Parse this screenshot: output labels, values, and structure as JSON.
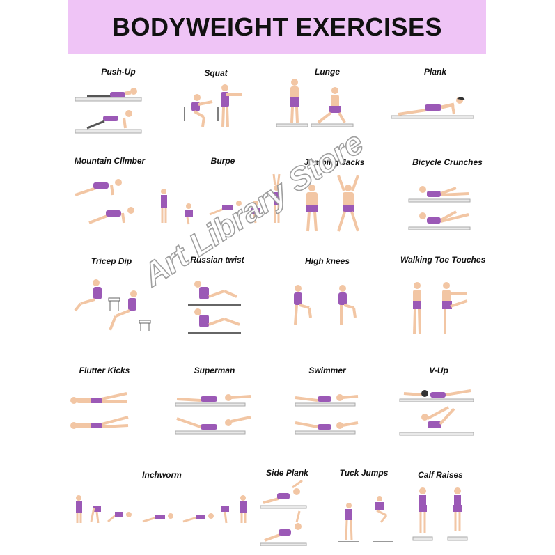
{
  "header": {
    "title": "BODYWEIGHT EXERCISES"
  },
  "colors": {
    "banner": "#efc4f6",
    "outfit": "#9b59b6",
    "skin": "#f2c6a4",
    "mat": "#e9e9e9"
  },
  "exercises": [
    {
      "name": "Push-Up"
    },
    {
      "name": "Squat"
    },
    {
      "name": "Lunge"
    },
    {
      "name": "Plank"
    },
    {
      "name": "Mountain Cllmber"
    },
    {
      "name": "Burpe"
    },
    {
      "name": "Jumping Jacks"
    },
    {
      "name": "Bicycle Crunches"
    },
    {
      "name": "Tricep Dip"
    },
    {
      "name": "Russian twist"
    },
    {
      "name": "High knees"
    },
    {
      "name": "Walking Toe Touches"
    },
    {
      "name": "Flutter Kicks"
    },
    {
      "name": "Superman"
    },
    {
      "name": "Swimmer"
    },
    {
      "name": "V-Up"
    },
    {
      "name": "Inchworm"
    },
    {
      "name": "Side Plank"
    },
    {
      "name": "Tuck Jumps"
    },
    {
      "name": "Calf Raises"
    }
  ],
  "watermark": {
    "text": "Art Library Store"
  }
}
